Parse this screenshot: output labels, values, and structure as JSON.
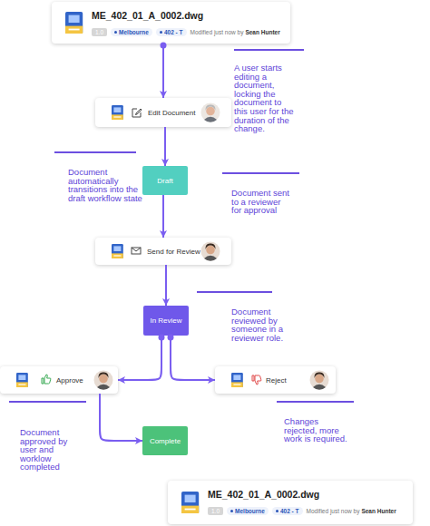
{
  "diagram": {
    "nodes": [
      {
        "text": [
          "ME_402_01_A_0002.dwg",
          "1.0",
          "Melbourne",
          "402 - T",
          "Modified just now by",
          "Sean Hunter"
        ]
      },
      {
        "text": [
          "Edit Document"
        ]
      },
      {
        "text": [
          "Draft"
        ]
      },
      {
        "text": [
          "Send for Review"
        ]
      },
      {
        "text": [
          "In Review"
        ]
      },
      {
        "text": [
          "Approve"
        ]
      },
      {
        "text": [
          "Reject"
        ]
      },
      {
        "text": [
          "Complete"
        ]
      },
      {
        "text": [
          "ME_402_01_A_0002.dwg",
          "1.0",
          "Melbourne",
          "402 - T",
          "Modified just now by",
          "Sean Hunter"
        ]
      }
    ],
    "edges": [
      {
        "from": 0,
        "to": 1,
        "arrow": "to"
      },
      {
        "from": 1,
        "to": 2,
        "arrow": "to"
      },
      {
        "from": 2,
        "to": 3,
        "arrow": "to"
      },
      {
        "from": 3,
        "to": 4,
        "arrow": "to"
      },
      {
        "from": 4,
        "to": 5,
        "arrow": "to"
      },
      {
        "from": 4,
        "to": 6,
        "arrow": "to"
      },
      {
        "from": 5,
        "to": 7,
        "arrow": "to"
      }
    ],
    "labels": [
      "A user starts editing a document, locking the document to this user for the duration of the change.",
      "Document automatically transitions into the draft workflow state",
      "Document sent to a reviewer for approval",
      "Document reviewed by someone in a reviewer role.",
      "Changes rejected, more work is required.",
      "Document approved by user and worklow completed"
    ]
  }
}
